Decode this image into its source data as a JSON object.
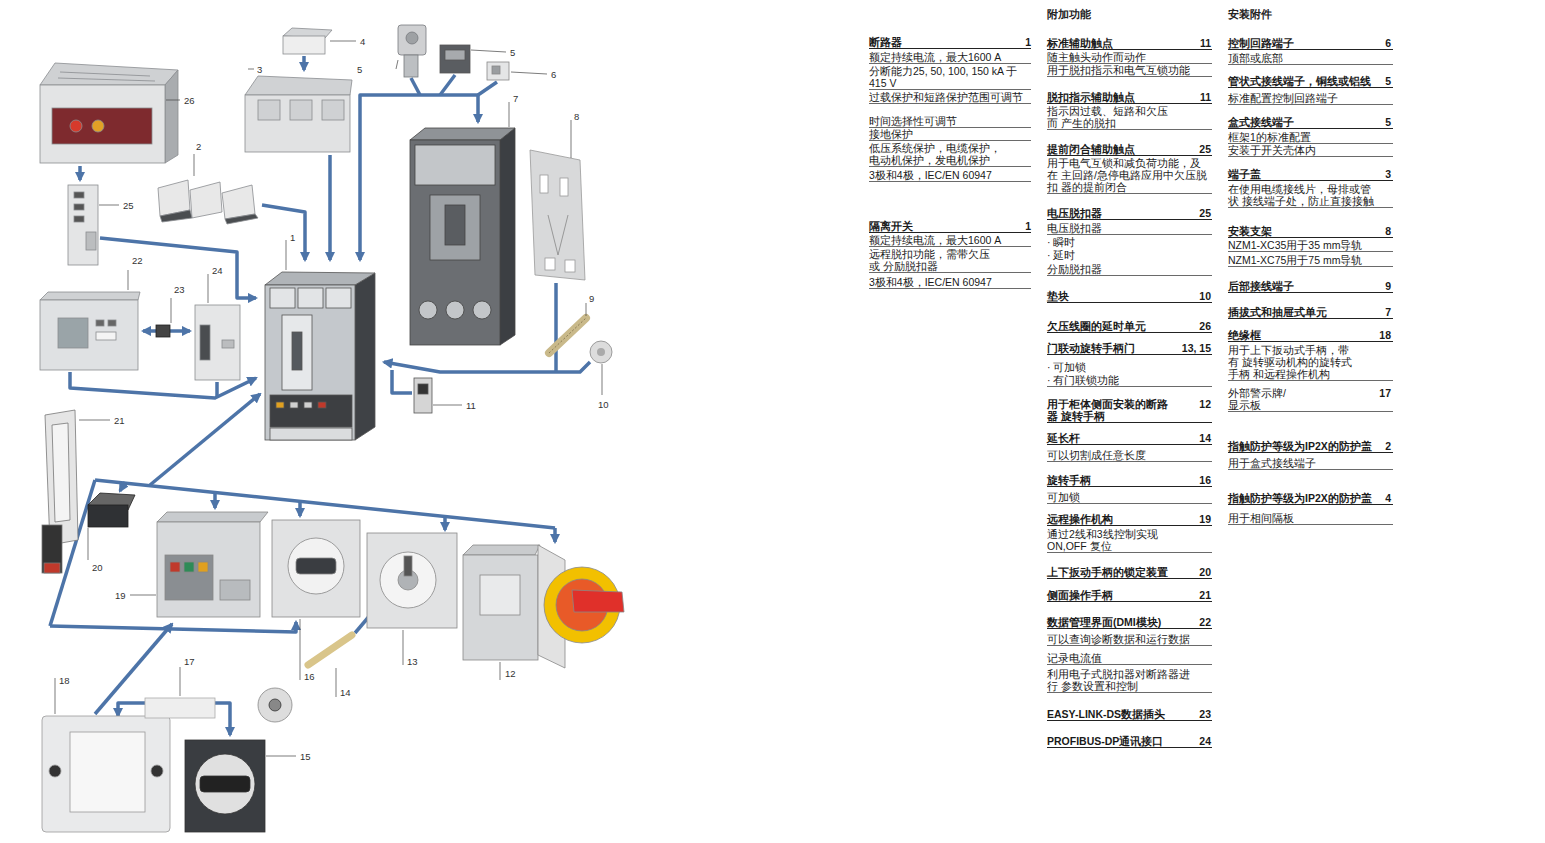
{
  "diagram": {
    "labels": [
      "4",
      "3",
      "5",
      "5",
      "6",
      "26",
      "2",
      "7",
      "8",
      "1",
      "25",
      "22",
      "24",
      "23",
      "9",
      "10",
      "11",
      "21",
      "20",
      "19",
      "16",
      "13",
      "14",
      "12",
      "17",
      "18",
      "15",
      "断路器",
      "1",
      "额定持续电流，最大1600 A",
      "分断能力25, 50, 100, 150 kA 于415 V",
      "过载保护和短路保护范围可调节",
      "时间选择性可调节",
      "接地保护",
      "低压系统保护，电缆保护， 电动机保护，发电机保护",
      "3极和4极，IEC/EN 60947",
      "隔离开关",
      "1",
      "额定持续电流，最大1600 A",
      "远程脱扣功能，需带欠压或 分励脱扣器",
      "3极和4极，IEC/EN 60947",
      "附加功能",
      "标准辅助触点",
      "11",
      "随主触头动作而动作",
      "用于脱扣指示和电气互锁功能",
      "脱扣指示辅助触点",
      "11",
      "指示因过载、短路和欠压而 产生的脱扣",
      "提前闭合辅助触点",
      "25",
      "用于电气互锁和减负荷功能，及在 主回路/急停电路应用中欠压脱扣 器的提前闭合",
      "电压脱扣器",
      "25",
      "电压脱扣器",
      "· 瞬时",
      "· 延时",
      "分励脱扣器",
      "垫块",
      "10",
      "欠压线圈的延时单元",
      "26",
      "门联动旋转手柄门",
      "13, 15",
      "· 可加锁",
      "· 有门联锁功能",
      "用于柜体侧面安装的断路器 旋转手柄",
      "12",
      "延长杆",
      "14",
      "可以切割成任意长度",
      "旋转手柄",
      "16",
      "可加锁",
      "远程操作机构",
      "19",
      "通过2线和3线控制实现ON,OFF 复位",
      "上下扳动手柄的锁定装置",
      "20",
      "侧面操作手柄",
      "21",
      "数据管理界面(DMI模块)",
      "22",
      "可以查询诊断数据和运行数据",
      "记录电流值",
      "利用电子式脱扣器对断路器进行 参数设置和控制",
      "EASY-LINK-DS数据插头",
      "23",
      "PROFIBUS-DP通讯接口",
      "24",
      "安装附件",
      "控制回路端子",
      "6",
      "顶部或底部",
      "管状式接线端子，铜线或铝线",
      "5",
      "标准配置控制回路端子",
      "盒式接线端子",
      "5",
      "框架1的标准配置",
      "安装于开关壳体内",
      "端子盖",
      "3",
      "在使用电缆接线片，母排或管状 接线端子处，防止直接接触",
      "安装支架",
      "8",
      "NZM1-XC35用于35 mm导轨",
      "NZM1-XC75用于75 mm导轨",
      "后部接线端子",
      "9",
      "插拔式和抽屉式单元",
      "7",
      "绝缘框",
      "18",
      "用于上下扳动式手柄，带有 旋转驱动机构的旋转式手柄 和远程操作机构",
      "外部警示牌/ 显示板",
      "17",
      "指触防护等级为IP2X的防护盖",
      "2",
      "用于盒式接线端子",
      "指触防护等级为IP2X的防护盖",
      "4",
      "用于相间隔板"
    ]
  }
}
